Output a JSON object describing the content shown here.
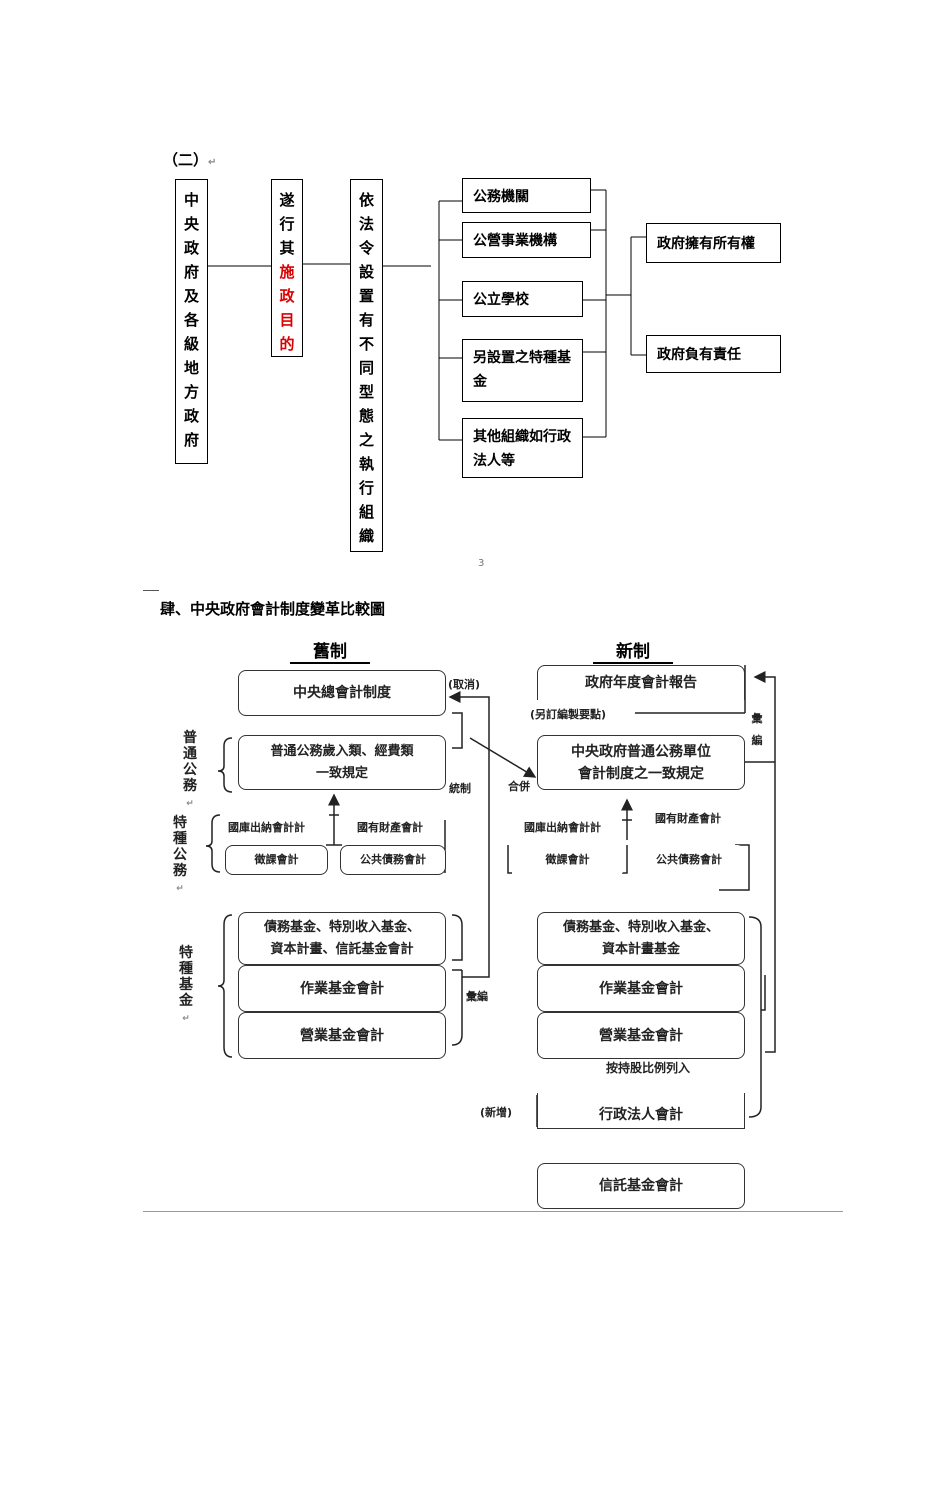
{
  "part1": {
    "heading": "（二）",
    "col1": "中央政府及各級地方政府",
    "col2_black": "遂行其",
    "col2_red": "施政目的",
    "col3": "依法令設置有不同型態之執行組織",
    "orgs": [
      "公務機關",
      "公營事業機構",
      "公立學校",
      "另設置之特種基金",
      "其他組織如行政法人等"
    ],
    "results": [
      "政府擁有所有權",
      "政府負有責任"
    ],
    "page_number": "3",
    "red_color": "#dd0000"
  },
  "part2": {
    "title": "肆、中央政府會計制度變革比較圖",
    "old_heading": "舊制",
    "new_heading": "新制",
    "side_labels": {
      "general": "普通公務",
      "special_affairs": "特種公務",
      "special_funds": "特種基金"
    },
    "old": {
      "central_total": "中央總會計制度",
      "general_line1": "普通公務歲入類、經費類",
      "general_line2": "一致規定",
      "national_treasury": "國庫出納會計計",
      "state_property": "國有財產會計",
      "tax": "徵課會計",
      "public_debt": "公共債務會計",
      "funds_line1": "債務基金、特別收入基金、",
      "funds_line2": "資本計畫、信託基金會計",
      "operating_fund": "作業基金會計",
      "business_fund": "營業基金會計"
    },
    "new": {
      "annual_report": "政府年度會計報告",
      "general_line1": "中央政府普通公務單位",
      "general_line2": "會計制度之一致規定",
      "national_treasury": "國庫出納會計計",
      "state_property": "國有財產會計",
      "tax": "徵課會計",
      "public_debt": "公共債務會計",
      "funds_line1": "債務基金、特別收入基金、",
      "funds_line2": "資本計畫基金",
      "operating_fund": "作業基金會計",
      "business_fund": "營業基金會計",
      "investment_note": "按持股比例列入",
      "admin_corp": "行政法人會計",
      "trust_fund": "信託基金會計"
    },
    "annotations": {
      "cancel": "(取消)",
      "separate": "(另訂編製要點)",
      "consolidate": "統制",
      "merge": "合併",
      "compile_old": "彙編",
      "compile_new": "彙編",
      "new_added": "(新增)"
    }
  }
}
